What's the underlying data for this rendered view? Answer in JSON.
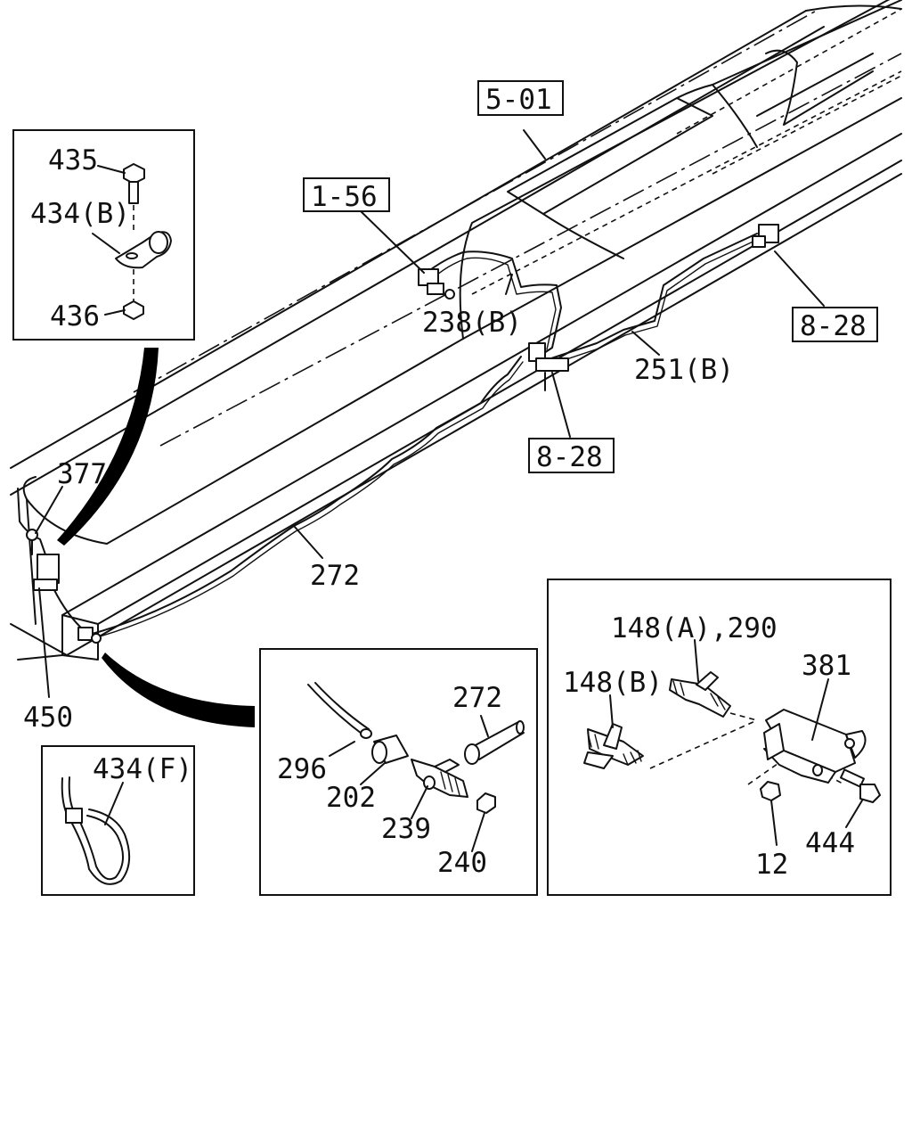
{
  "refs": {
    "ref_5_01": "5-01",
    "ref_1_56": "1-56",
    "ref_8_28_right": "8-28",
    "ref_8_28_center": "8-28"
  },
  "labels": {
    "p435": "435",
    "p434b": "434(B)",
    "p436": "436",
    "p377": "377",
    "p450": "450",
    "p238b": "238(B)",
    "p251b": "251(B)",
    "p272_main": "272",
    "p434f": "434(F)",
    "p296": "296",
    "p202": "202",
    "p239": "239",
    "p240": "240",
    "p272_detail": "272",
    "p148a_290": "148(A),290",
    "p148b": "148(B)",
    "p381": "381",
    "p444": "444",
    "p12": "12"
  }
}
